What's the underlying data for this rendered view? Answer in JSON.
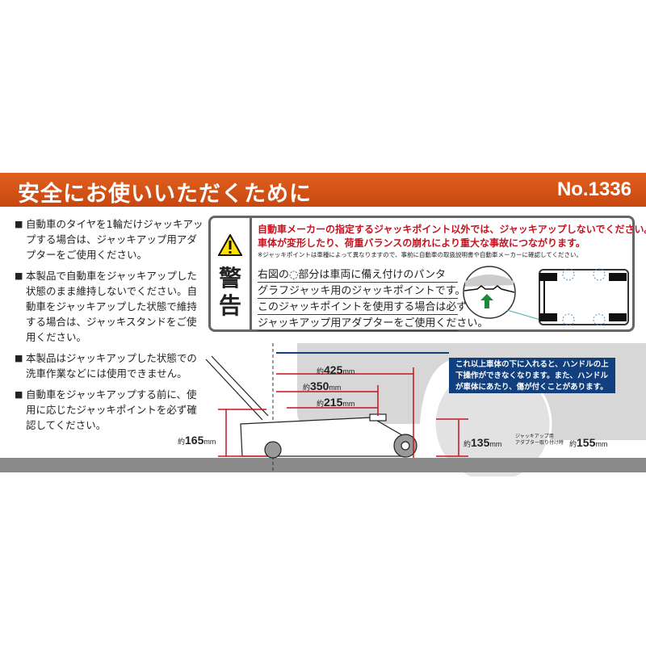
{
  "header": {
    "title": "安全にお使いいただくために",
    "model_no": "No.1336"
  },
  "notes": [
    "自動車のタイヤを1輪だけジャッキアップする場合は、ジャッキアップ用アダプターをご使用ください。",
    "本製品で自動車をジャッキアップした状態のまま維持しないでください。自動車をジャッキアップした状態で維持する場合は、ジャッキスタンドをご使用ください。",
    "本製品はジャッキアップした状態での洗車作業などには使用できません。",
    "自動車をジャッキアップする前に、使用に応じたジャッキポイントを必ず確認してください。"
  ],
  "warning": {
    "label": "警告",
    "red_lines": [
      "自動車メーカーの指定するジャッキポイント以外では、ジャッキアップしないでください。",
      "車体が変形したり、荷重バランスの崩れにより重大な事故につながります。"
    ],
    "footnote": "※ジャッキポイントは車種によって異なりますので、事前に自動車の取扱説明書や自動車メーカーに確認してください。",
    "body_lines": [
      "右図の◌部分は車両に備え付けのパンタ",
      "グラフジャッキ用のジャッキポイントです。",
      "このジャッキポイントを使用する場合は必ず",
      "ジャッキアップ用アダプターをご使用ください。"
    ]
  },
  "diagram": {
    "callout": "これ以上車体の下に入れると、ハンドルの上下操作ができなくなります。また、ハンドルが車体にあたり、傷が付くことがあります。",
    "dim_prefix": "約",
    "unit": "mm",
    "d425": "425",
    "d350": "350",
    "d215": "215",
    "d165": "165",
    "d135": "135",
    "d155": "155",
    "adapter_note": [
      "ジャッキアップ用",
      "アダプター取り付け時"
    ],
    "colors": {
      "accent": "#d9531a",
      "dimension": "#c8121f",
      "callout": "#12407e",
      "car": "#d7d7d7"
    }
  }
}
